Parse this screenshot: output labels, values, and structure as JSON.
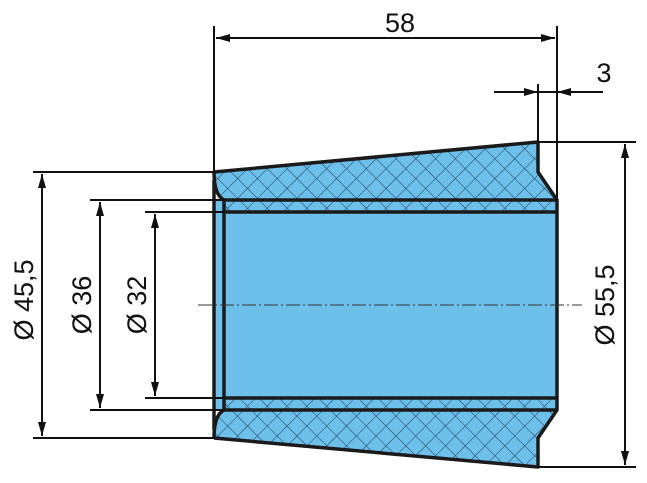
{
  "drawing": {
    "title": "Conical bushing cross-section",
    "colors": {
      "fill": "#6cc0ea",
      "outline": "#1a1a1a",
      "hatch": "#1d3a55"
    },
    "dimensions": {
      "length": "58",
      "chamfer": "3",
      "outer_small_dia": "Ø 45,5",
      "inner_dia": "Ø 36",
      "bore_dia": "Ø 32",
      "outer_large_dia": "Ø 55,5"
    }
  }
}
